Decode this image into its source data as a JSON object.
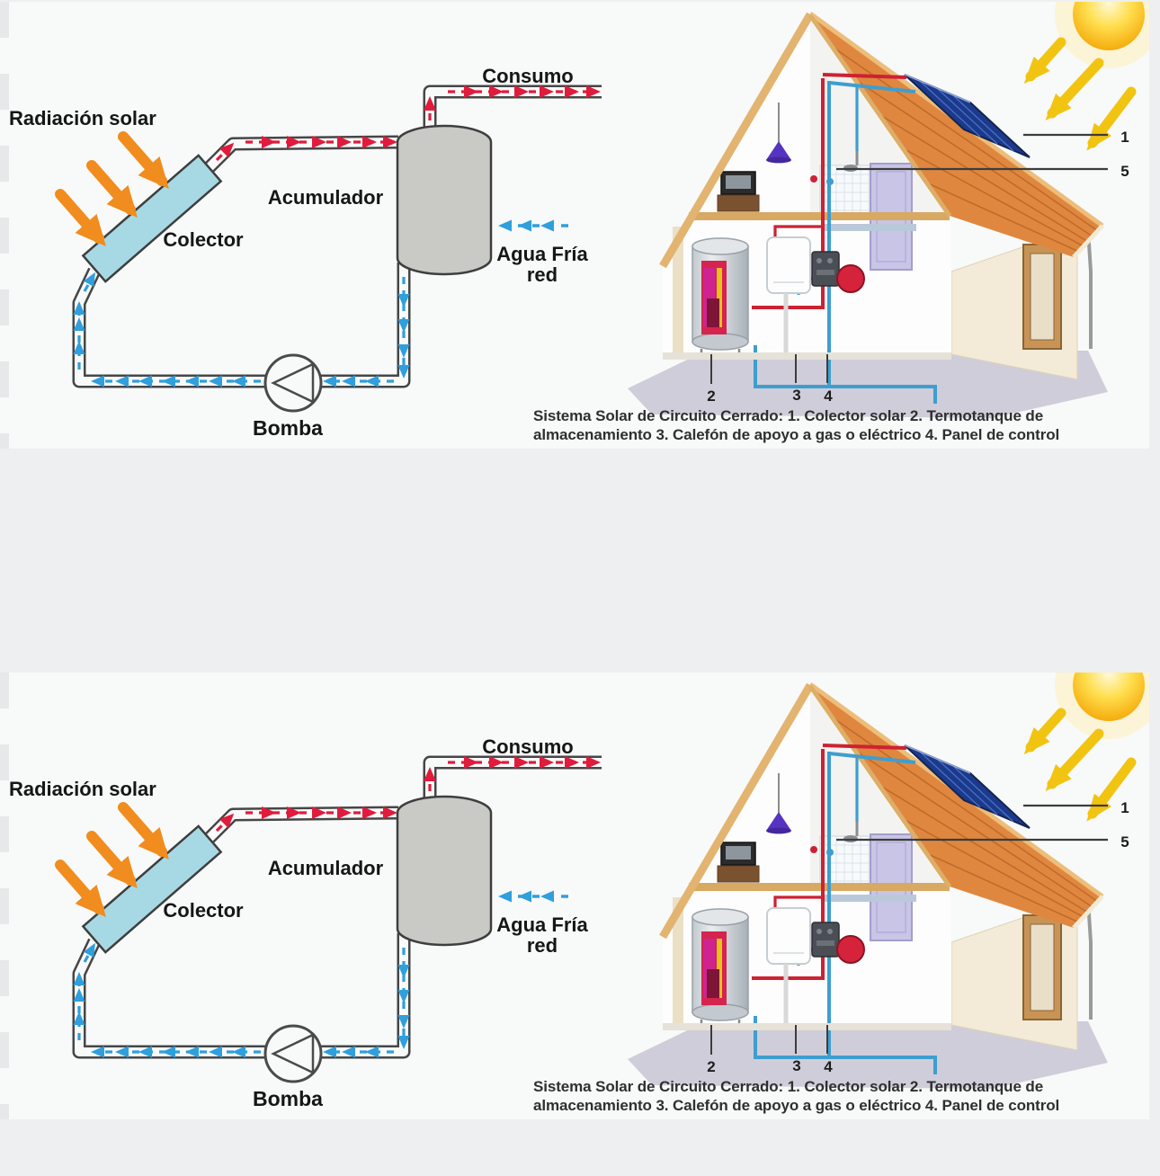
{
  "page": {
    "background_color": "#edeff0",
    "panel_background": "#f8f9f9",
    "description_note": "Two identical solar thermal system diagram images stacked vertically"
  },
  "schematic": {
    "radiation_label": "Radiación solar",
    "collector_label": "Colector",
    "accumulator_label": "Acumulador",
    "consumption_label": "Consumo",
    "cold_water_label_line1": "Agua Fría",
    "cold_water_label_line2": "red",
    "pump_label": "Bomba",
    "hot_flow_color": "#e01b3c",
    "cold_flow_color": "#2f9fdd",
    "solar_arrow_color": "#f18c1e",
    "collector_fill": "#a6d9e4",
    "tank_fill": "#c9c9c6",
    "pipe_outline_color": "#464646"
  },
  "house": {
    "callout_1": "1",
    "callout_2": "2",
    "callout_3": "3",
    "callout_4": "4",
    "callout_5": "5",
    "sun_arrow_color": "#f2c412",
    "roof_color": "#e0873f",
    "solar_panel_color": "#1c3a8c",
    "ground_shadow_color": "#d0cdda"
  },
  "caption": {
    "line1": "Sistema Solar de Circuito Cerrado: 1. Colector solar 2. Termotanque de",
    "line2": "almacenamiento 3. Calefón de apoyo a gas o eléctrico 4. Panel de control"
  }
}
